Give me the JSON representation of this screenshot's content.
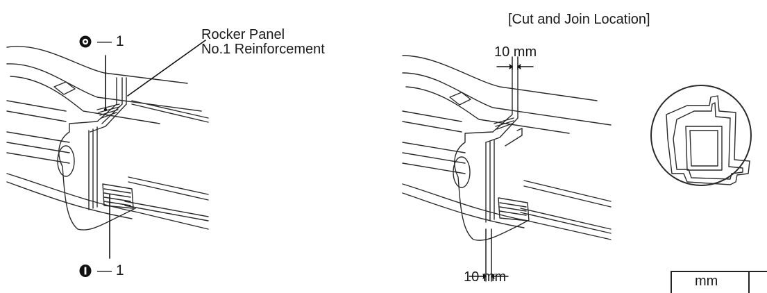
{
  "header": {
    "section_title": "[Cut and Join Location]"
  },
  "left_figure": {
    "part_label_line1": "Rocker Panel",
    "part_label_line2": "No.1 Reinforcement",
    "top_callout": {
      "symbol": "spot-weld-outer-icon",
      "count": "— 1"
    },
    "bottom_callout": {
      "symbol": "spot-weld-inner-icon",
      "count": "— 1"
    }
  },
  "right_figure": {
    "dimension_top": "10 mm",
    "dimension_bottom": "10 mm"
  },
  "unit_table": {
    "header": "mm"
  }
}
